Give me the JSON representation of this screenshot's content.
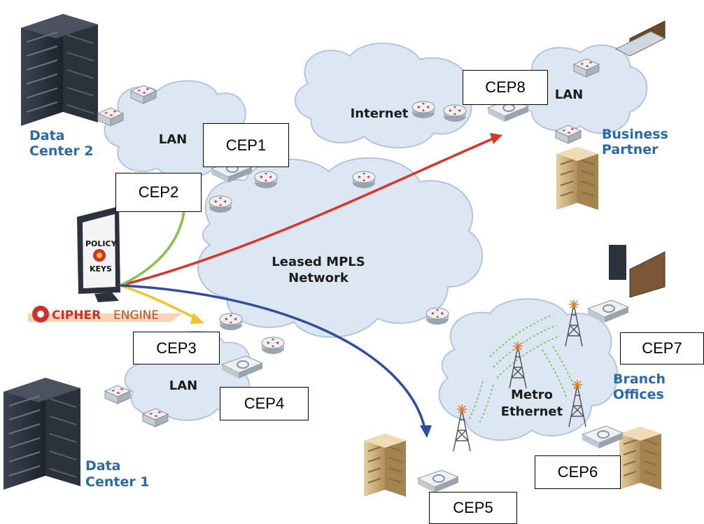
{
  "clouds": {
    "internet": "Internet",
    "mpls_line1": "Leased MPLS",
    "mpls_line2": "Network",
    "lan_top": "LAN",
    "lan_bottom": "LAN",
    "lan_partner": "LAN",
    "metro_line1": "Metro",
    "metro_line2": "Ethernet"
  },
  "sites": {
    "dc2_line1": "Data",
    "dc2_line2": "Center 2",
    "dc1_line1": "Data",
    "dc1_line2": "Center 1",
    "partner_line1": "Business",
    "partner_line2": "Partner",
    "branch_line1": "Branch",
    "branch_line2": "Offices"
  },
  "policy": {
    "line1": "POLICY",
    "line2": "KEYS"
  },
  "logo": {
    "part1": "CIPHER",
    "part2": "ENGINE"
  },
  "ceps": [
    "CEP1",
    "CEP2",
    "CEP3",
    "CEP4",
    "CEP5",
    "CEP6",
    "CEP7",
    "CEP8"
  ],
  "colors": {
    "cloud_fill": "#dde7f3",
    "site_label": "#2a6aa6",
    "arrow_red": "#d8362a",
    "arrow_green": "#8ac04a",
    "arrow_yellow": "#f2c431",
    "arrow_blue": "#2f4f9e",
    "router_red": "#d0302a"
  }
}
